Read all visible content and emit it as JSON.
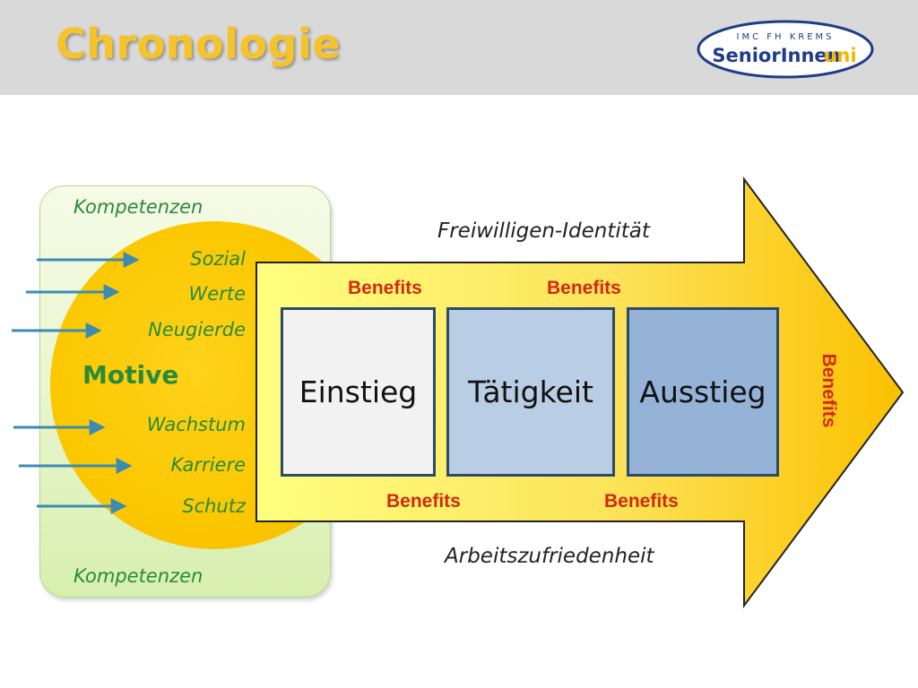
{
  "slide": {
    "title": "Chronologie",
    "logo": {
      "line1": "IMC FH KREMS",
      "line2": "SeniorInnen",
      "line2_accent": "uni"
    }
  },
  "motives_panel": {
    "top_label": "Kompetenzen",
    "bottom_label": "Kompetenzen",
    "center_title": "Motive",
    "motives": [
      "Sozial",
      "Werte",
      "Neugierde",
      "Wachstum",
      "Karriere",
      "Schutz"
    ]
  },
  "arrow": {
    "top_label": "Freiwilligen-Identität",
    "bottom_label": "Arbeitszufriedenheit",
    "stages": [
      "Einstieg",
      "Tätigkeit",
      "Ausstieg"
    ],
    "benefits_top": [
      "Benefits",
      "Benefits"
    ],
    "benefits_bottom": [
      "Benefits",
      "Benefits"
    ],
    "benefit_tip": "Benefits"
  },
  "colors": {
    "title": "#f7c32b",
    "motive_text": "#2a8a3a",
    "benefit_text": "#d02a10",
    "stage1": "#f2f2f2",
    "stage2": "#b9cde4",
    "stage3": "#95b3d7",
    "arrow_gradient": [
      "#ffff80",
      "#fbc100"
    ],
    "input_arrows": "#3b8bb4"
  }
}
